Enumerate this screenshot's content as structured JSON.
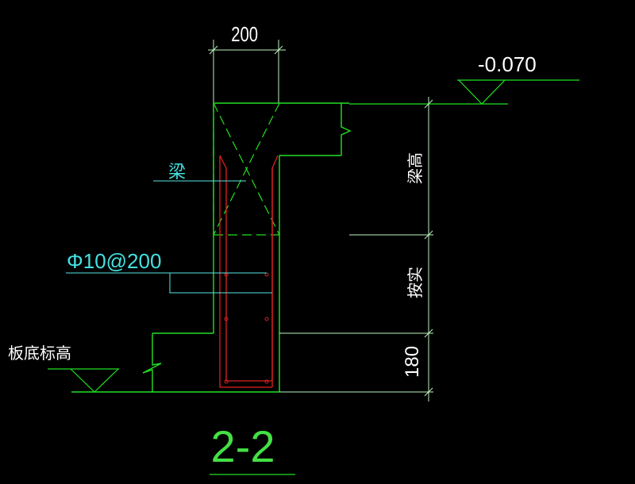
{
  "colors": {
    "background": "#000000",
    "outline": "#22e022",
    "dimension": "#bdf5bd",
    "leader": "#55e6e6",
    "rebar": "#e02020",
    "rebar_dot": "#e02020",
    "text_white": "#ffffff",
    "text_cyan": "#44e0e0",
    "text_green": "#44e044"
  },
  "labels": {
    "top_width": "200",
    "top_elevation": "-0.070",
    "beam": "梁",
    "rebar_spec": "Φ10@200",
    "slab_bottom": "板底标高",
    "dim_beam_height": "梁高",
    "dim_by_actual": "按实",
    "dim_bottom": "180",
    "section_mark": "2-2"
  },
  "icons": {
    "elevation_marker": "triangle-elevation-icon",
    "break_line": "zigzag-break-icon"
  }
}
